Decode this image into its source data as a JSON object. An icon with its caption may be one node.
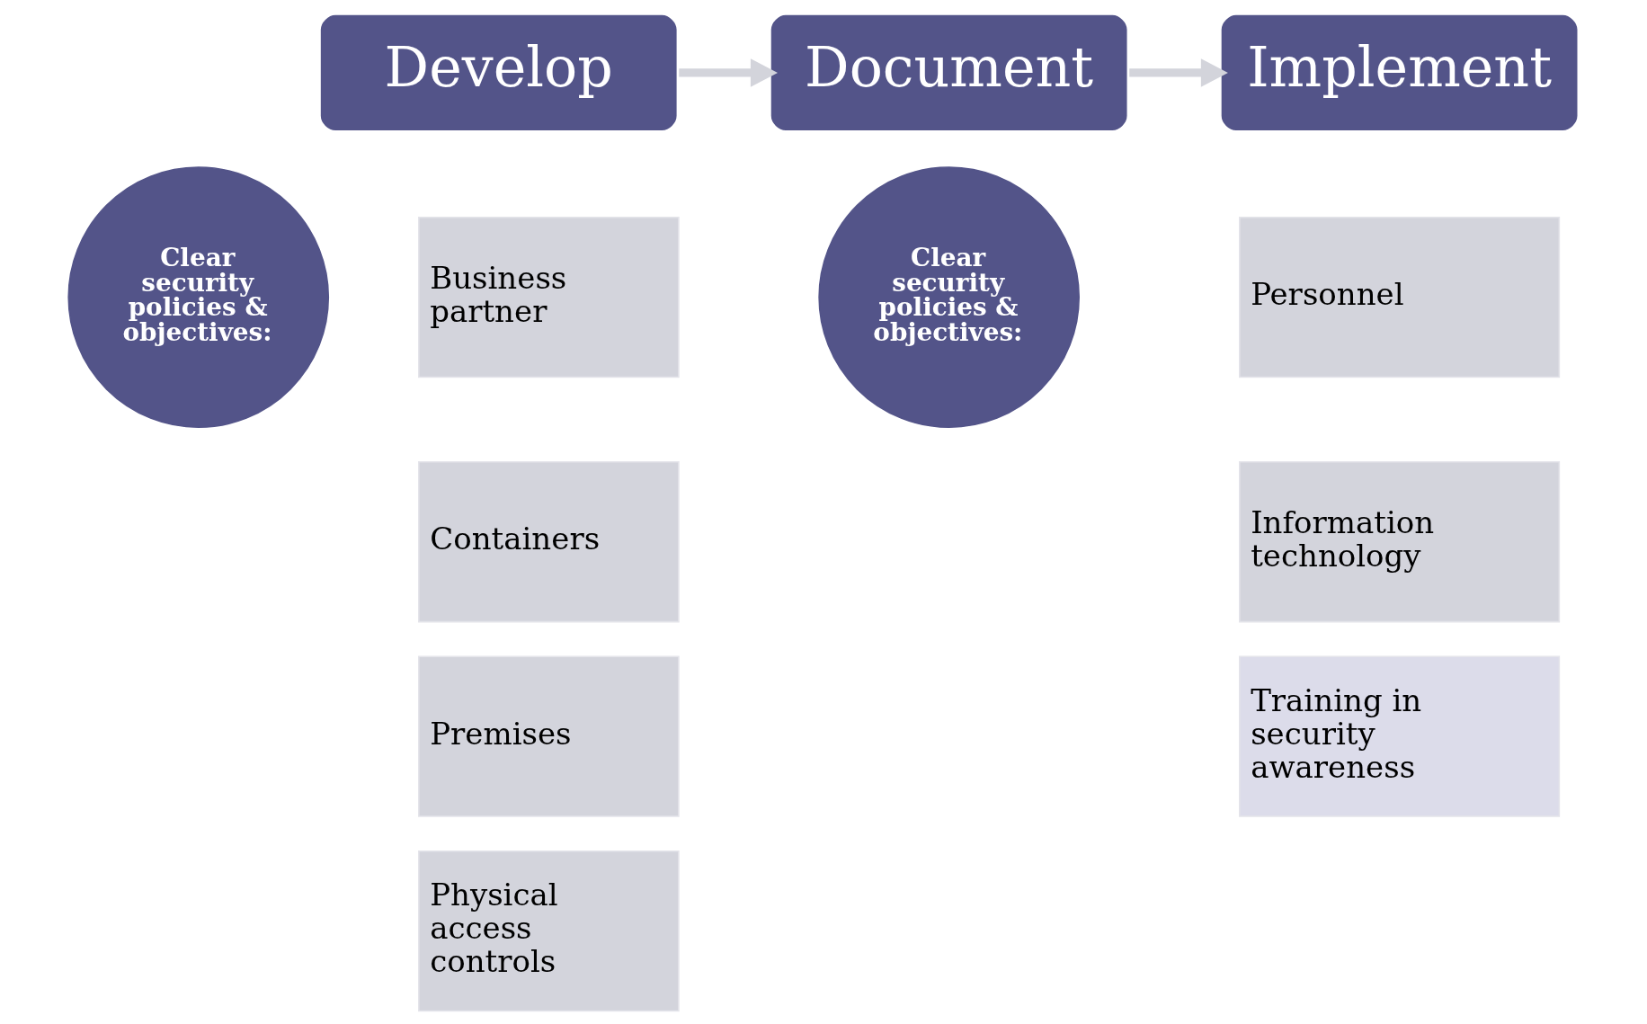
{
  "diagram": {
    "nodes": [
      {
        "text": [
          "Develop"
        ]
      },
      {
        "text": [
          "Document"
        ]
      },
      {
        "text": [
          "Implement"
        ]
      },
      {
        "text": [
          "Clear security policies & objectives:"
        ]
      },
      {
        "text": [
          "Business partner"
        ]
      },
      {
        "text": [
          "Containers"
        ]
      },
      {
        "text": [
          "Premises"
        ]
      },
      {
        "text": [
          "Physical access controls"
        ]
      },
      {
        "text": [
          "Clear security policies & objectives:"
        ]
      },
      {
        "text": [
          "Personnel"
        ]
      },
      {
        "text": [
          "Information technology"
        ]
      },
      {
        "text": [
          "Training in security awareness"
        ]
      }
    ],
    "edges": [
      {
        "from": 0,
        "to": 1,
        "arrow": "to",
        "color": "#d3d4db"
      },
      {
        "from": 1,
        "to": 2,
        "arrow": "to",
        "color": "#d3d4db"
      }
    ]
  }
}
